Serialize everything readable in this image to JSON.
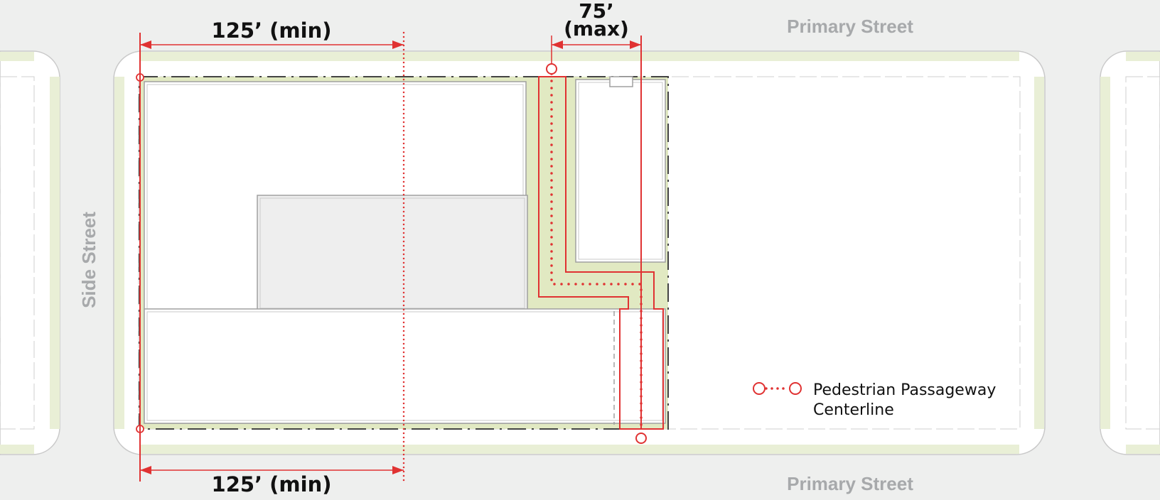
{
  "streets": {
    "primary_top": "Primary Street",
    "primary_bottom": "Primary Street",
    "side": "Side Street"
  },
  "dimensions": {
    "top_min": "125’ (min)",
    "bottom_min": "125’ (min)",
    "max_value": "75’",
    "max_label": "(max)"
  },
  "legend": {
    "line1": "Pedestrian Passageway",
    "line2": "Centerline"
  },
  "colors": {
    "accent_red": "#e03232",
    "sidewalk_green": "#e9efd6",
    "open_space_green": "#e1e9c2",
    "background": "#eeefee",
    "street_label": "#a7a9ab"
  }
}
